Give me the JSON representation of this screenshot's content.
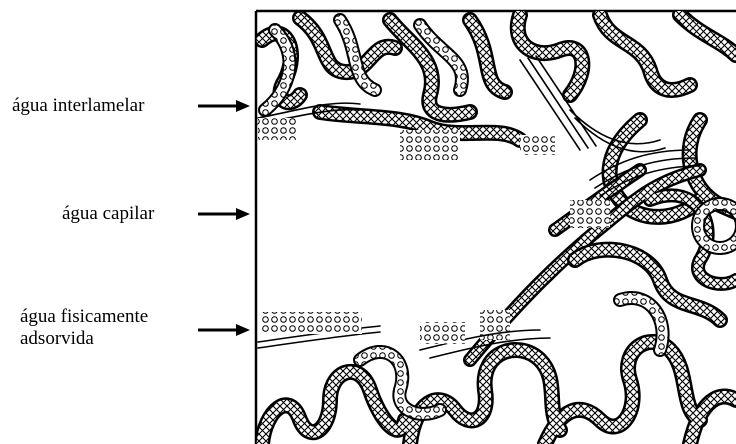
{
  "labels": {
    "interlamelar": "água interlamelar",
    "capilar": "água capilar",
    "fisica_line1": "água fisicamente",
    "fisica_line2": "adsorvida"
  },
  "colors": {
    "ink": "#000000",
    "background": "#ffffff"
  }
}
